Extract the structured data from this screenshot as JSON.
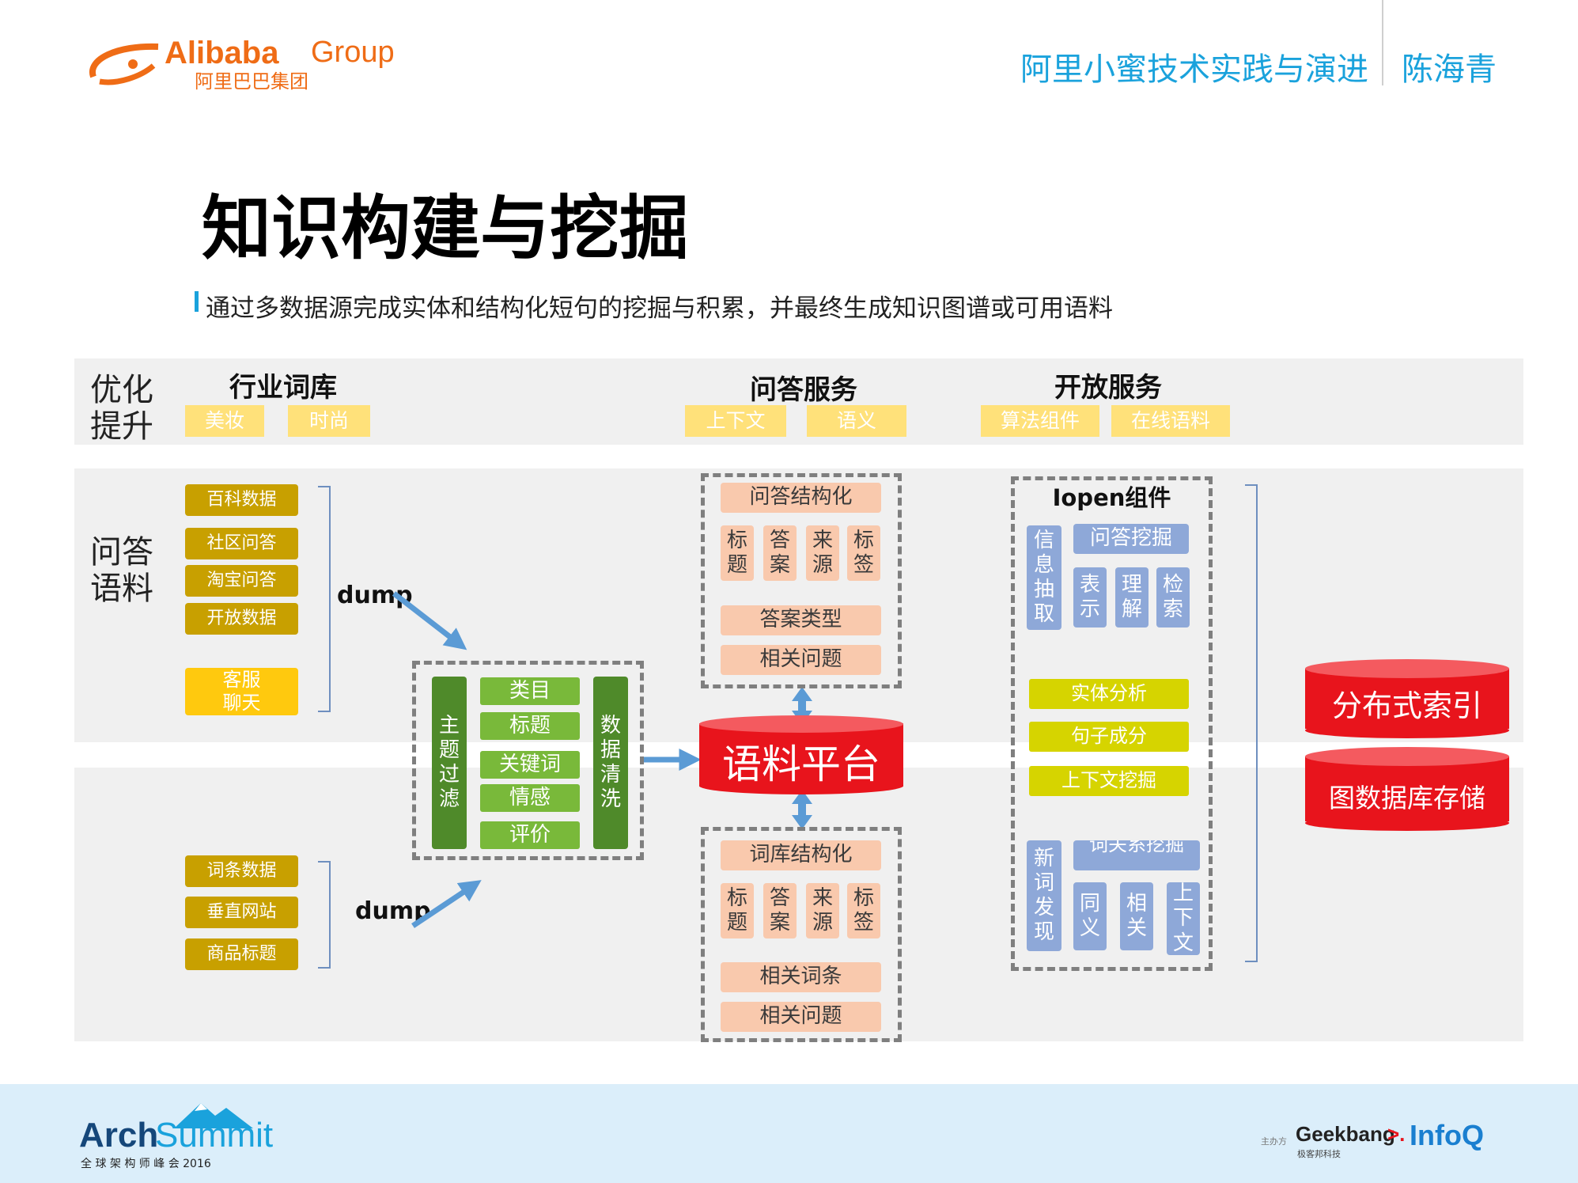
{
  "header": {
    "logo_en": "Alibaba",
    "logo_group": "Group",
    "logo_cn": "阿里巴巴集团",
    "talk_title": "阿里小蜜技术实践与演进",
    "speaker": "陈海青"
  },
  "slide": {
    "title": "知识构建与挖掘",
    "subtitle": "通过多数据源完成实体和结构化短句的挖掘与积累，并最终生成知识图谱或可用语料"
  },
  "top_band": {
    "label_line1": "优化",
    "label_line2": "提升",
    "groups": [
      {
        "title": "行业词库",
        "tags": [
          "美妆",
          "时尚"
        ]
      },
      {
        "title": "问答服务",
        "tags": [
          "上下文",
          "语义"
        ]
      },
      {
        "title": "开放服务",
        "tags": [
          "算法组件",
          "在线语料"
        ]
      }
    ]
  },
  "qa_band": {
    "label_line1": "问答",
    "label_line2": "语料",
    "sources_top": [
      "百科数据",
      "社区问答",
      "淘宝问答",
      "开放数据"
    ],
    "chat_line1": "客服",
    "chat_line2": "聊天",
    "sources_bottom": [
      "词条数据",
      "垂直网站",
      "商品标题"
    ],
    "dump_label": "dump"
  },
  "process": {
    "left_col": [
      "主",
      "题",
      "过",
      "滤"
    ],
    "right_col": [
      "数",
      "据",
      "清",
      "洗"
    ],
    "middle": [
      "类目",
      "标题",
      "关键词",
      "情感",
      "评价"
    ]
  },
  "qa_struct": {
    "title": "问答结构化",
    "fields": [
      [
        "标",
        "题"
      ],
      [
        "答",
        "案"
      ],
      [
        "来",
        "源"
      ],
      [
        "标",
        "签"
      ]
    ],
    "rows": [
      "答案类型",
      "相关问题"
    ]
  },
  "lexicon_struct": {
    "title": "词库结构化",
    "fields": [
      [
        "标",
        "题"
      ],
      [
        "答",
        "案"
      ],
      [
        "来",
        "源"
      ],
      [
        "标",
        "签"
      ]
    ],
    "rows": [
      "相关词条",
      "相关问题"
    ]
  },
  "platform": "语料平台",
  "iopen": {
    "title": "Iopen组件",
    "info_extract": [
      "信",
      "息",
      "抽",
      "取"
    ],
    "qa_mining": "问答挖掘",
    "qa_fields": [
      [
        "表",
        "示"
      ],
      [
        "理",
        "解"
      ],
      [
        "检",
        "索"
      ]
    ],
    "analysis": [
      "实体分析",
      "句子成分",
      "上下文挖掘"
    ],
    "new_word": [
      "新",
      "词",
      "发",
      "现"
    ],
    "relation_mining": "词关系挖掘",
    "relation_fields": [
      [
        "同",
        "义"
      ],
      [
        "相",
        "关"
      ],
      [
        "上",
        "下",
        "文"
      ]
    ]
  },
  "storage": [
    "分布式索引",
    "图数据库存储"
  ],
  "footer": {
    "arch_a": "Arch",
    "arch_b": "Summit",
    "arch_sub": "全 球 架 构 师 峰 会 2016",
    "host_label": "主办方",
    "geekbang": "Geekbang",
    "geekbang_arrow": ">.",
    "geekbang_sub": "极客邦科技",
    "infoq": "InfoQ"
  },
  "colors": {
    "accent_blue": "#1aa2dc",
    "platform_red": "#e8141c",
    "alibaba_orange": "#ef6c16",
    "footer_bg": "#dbeefa"
  }
}
